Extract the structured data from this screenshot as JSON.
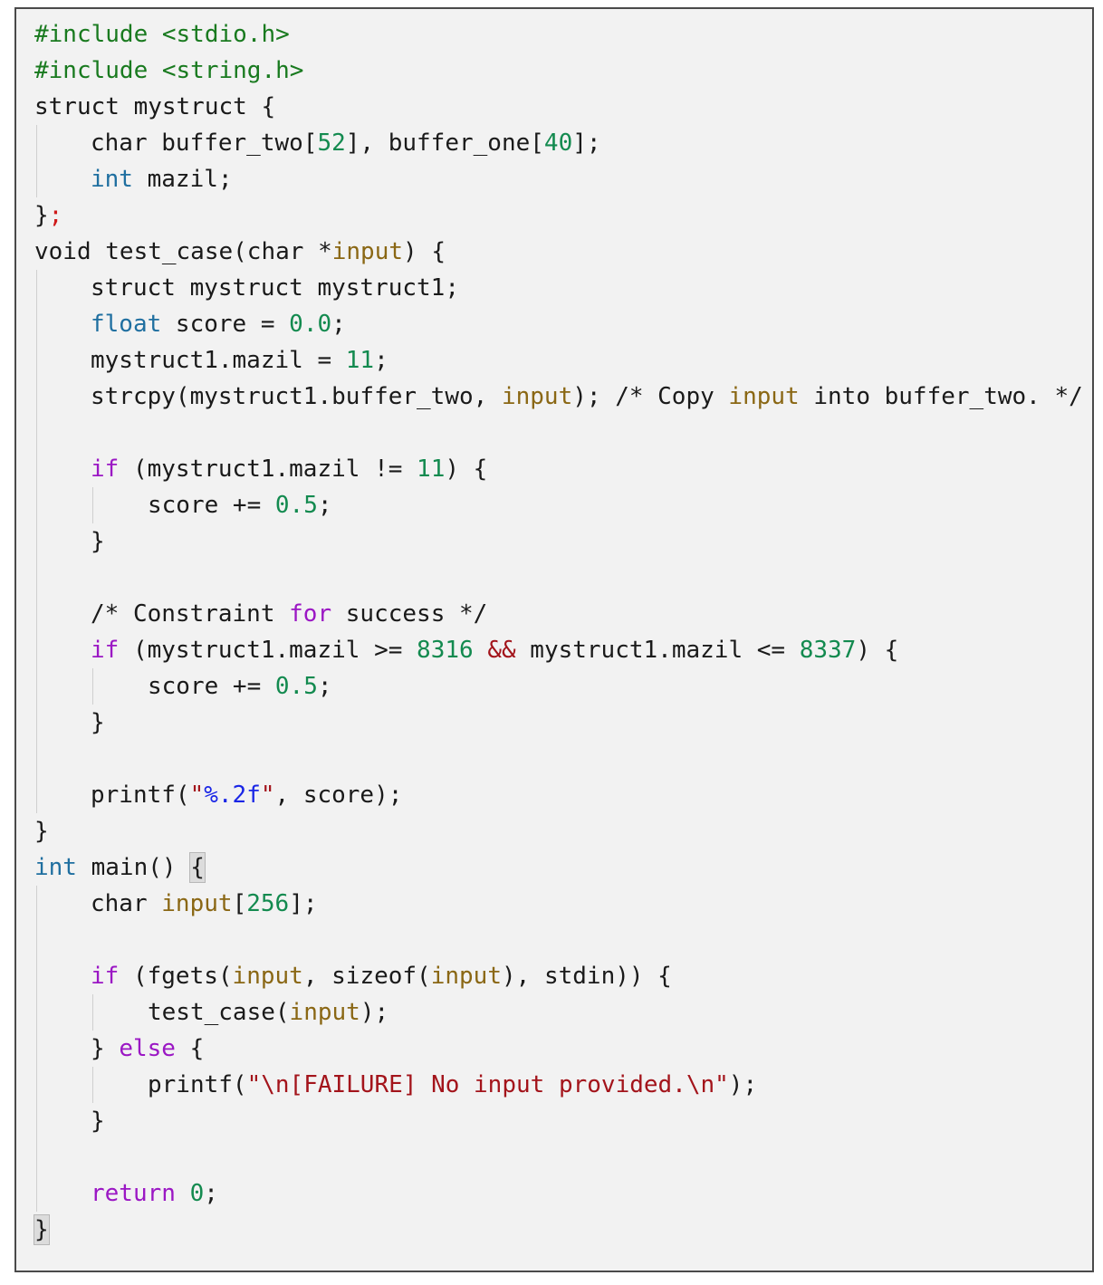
{
  "colors": {
    "default": "#1a1a1a",
    "preprocessor": "#197a1f",
    "type_keyword": "#1f6fa0",
    "control_keyword": "#9b17c4",
    "number": "#138a4f",
    "identifier_param": "#8a6714",
    "string": "#a3141b",
    "format_specifier": "#1a26e6",
    "red_semicolon": "#cf1a1a",
    "background": "#f2f2f2"
  },
  "code_lines": [
    {
      "indent": 0,
      "tokens": [
        {
          "t": "#include <stdio.h>",
          "c": "preprocessor"
        }
      ]
    },
    {
      "indent": 0,
      "tokens": [
        {
          "t": "#include <string.h>",
          "c": "preprocessor"
        }
      ]
    },
    {
      "indent": 0,
      "tokens": [
        {
          "t": "struct mystruct {",
          "c": "default"
        }
      ]
    },
    {
      "indent": 1,
      "tokens": [
        {
          "t": "char buffer_two[",
          "c": "default"
        },
        {
          "t": "52",
          "c": "number"
        },
        {
          "t": "], buffer_one[",
          "c": "default"
        },
        {
          "t": "40",
          "c": "number"
        },
        {
          "t": "];",
          "c": "default"
        }
      ]
    },
    {
      "indent": 1,
      "tokens": [
        {
          "t": "int",
          "c": "type_keyword"
        },
        {
          "t": " mazil;",
          "c": "default"
        }
      ]
    },
    {
      "indent": 0,
      "tokens": [
        {
          "t": "}",
          "c": "default"
        },
        {
          "t": ";",
          "c": "red_semicolon"
        }
      ]
    },
    {
      "indent": 0,
      "tokens": [
        {
          "t": "void test_case(char *",
          "c": "default"
        },
        {
          "t": "input",
          "c": "identifier_param"
        },
        {
          "t": ") {",
          "c": "default"
        }
      ]
    },
    {
      "indent": 1,
      "tokens": [
        {
          "t": "struct mystruct mystruct1;",
          "c": "default"
        }
      ]
    },
    {
      "indent": 1,
      "tokens": [
        {
          "t": "float",
          "c": "type_keyword"
        },
        {
          "t": " score = ",
          "c": "default"
        },
        {
          "t": "0.0",
          "c": "number"
        },
        {
          "t": ";",
          "c": "default"
        }
      ]
    },
    {
      "indent": 1,
      "tokens": [
        {
          "t": "mystruct1.mazil = ",
          "c": "default"
        },
        {
          "t": "11",
          "c": "number"
        },
        {
          "t": ";",
          "c": "default"
        }
      ]
    },
    {
      "indent": 1,
      "tokens": [
        {
          "t": "strcpy(mystruct1.buffer_two, ",
          "c": "default"
        },
        {
          "t": "input",
          "c": "identifier_param"
        },
        {
          "t": "); /* Copy ",
          "c": "default"
        },
        {
          "t": "input",
          "c": "identifier_param"
        },
        {
          "t": " into buffer_two. */",
          "c": "default"
        }
      ]
    },
    {
      "indent": 0,
      "tokens": []
    },
    {
      "indent": 1,
      "tokens": [
        {
          "t": "if",
          "c": "control_keyword"
        },
        {
          "t": " (mystruct1.mazil != ",
          "c": "default"
        },
        {
          "t": "11",
          "c": "number"
        },
        {
          "t": ") {",
          "c": "default"
        }
      ]
    },
    {
      "indent": 2,
      "tokens": [
        {
          "t": "score += ",
          "c": "default"
        },
        {
          "t": "0.5",
          "c": "number"
        },
        {
          "t": ";",
          "c": "default"
        }
      ]
    },
    {
      "indent": 1,
      "tokens": [
        {
          "t": "}",
          "c": "default"
        }
      ]
    },
    {
      "indent": 0,
      "tokens": []
    },
    {
      "indent": 1,
      "tokens": [
        {
          "t": "/* Constraint ",
          "c": "default"
        },
        {
          "t": "for",
          "c": "control_keyword"
        },
        {
          "t": " success */",
          "c": "default"
        }
      ]
    },
    {
      "indent": 1,
      "tokens": [
        {
          "t": "if",
          "c": "control_keyword"
        },
        {
          "t": " (mystruct1.mazil >= ",
          "c": "default"
        },
        {
          "t": "8316",
          "c": "number"
        },
        {
          "t": " ",
          "c": "default"
        },
        {
          "t": "&&",
          "c": "string"
        },
        {
          "t": " mystruct1.mazil <= ",
          "c": "default"
        },
        {
          "t": "8337",
          "c": "number"
        },
        {
          "t": ") {",
          "c": "default"
        }
      ]
    },
    {
      "indent": 2,
      "tokens": [
        {
          "t": "score += ",
          "c": "default"
        },
        {
          "t": "0.5",
          "c": "number"
        },
        {
          "t": ";",
          "c": "default"
        }
      ]
    },
    {
      "indent": 1,
      "tokens": [
        {
          "t": "}",
          "c": "default"
        }
      ]
    },
    {
      "indent": 0,
      "tokens": []
    },
    {
      "indent": 1,
      "tokens": [
        {
          "t": "printf(",
          "c": "default"
        },
        {
          "t": "\"",
          "c": "string"
        },
        {
          "t": "%.2f",
          "c": "format_specifier"
        },
        {
          "t": "\"",
          "c": "string"
        },
        {
          "t": ", score);",
          "c": "default"
        }
      ]
    },
    {
      "indent": 0,
      "tokens": [
        {
          "t": "}",
          "c": "default"
        }
      ]
    },
    {
      "indent": 0,
      "tokens": [
        {
          "t": "int",
          "c": "type_keyword"
        },
        {
          "t": " main() ",
          "c": "default"
        },
        {
          "t": "{",
          "c": "default",
          "hl": true
        }
      ]
    },
    {
      "indent": 1,
      "tokens": [
        {
          "t": "char ",
          "c": "default"
        },
        {
          "t": "input",
          "c": "identifier_param"
        },
        {
          "t": "[",
          "c": "default"
        },
        {
          "t": "256",
          "c": "number"
        },
        {
          "t": "];",
          "c": "default"
        }
      ]
    },
    {
      "indent": 0,
      "tokens": []
    },
    {
      "indent": 1,
      "tokens": [
        {
          "t": "if",
          "c": "control_keyword"
        },
        {
          "t": " (fgets(",
          "c": "default"
        },
        {
          "t": "input",
          "c": "identifier_param"
        },
        {
          "t": ", sizeof(",
          "c": "default"
        },
        {
          "t": "input",
          "c": "identifier_param"
        },
        {
          "t": "), stdin)) {",
          "c": "default"
        }
      ]
    },
    {
      "indent": 2,
      "tokens": [
        {
          "t": "test_case(",
          "c": "default"
        },
        {
          "t": "input",
          "c": "identifier_param"
        },
        {
          "t": ");",
          "c": "default"
        }
      ]
    },
    {
      "indent": 1,
      "tokens": [
        {
          "t": "} ",
          "c": "default"
        },
        {
          "t": "else",
          "c": "control_keyword"
        },
        {
          "t": " {",
          "c": "default"
        }
      ]
    },
    {
      "indent": 2,
      "tokens": [
        {
          "t": "printf(",
          "c": "default"
        },
        {
          "t": "\"\\n[FAILURE] No input provided.\\n\"",
          "c": "string"
        },
        {
          "t": ");",
          "c": "default"
        }
      ]
    },
    {
      "indent": 1,
      "tokens": [
        {
          "t": "}",
          "c": "default"
        }
      ]
    },
    {
      "indent": 0,
      "tokens": []
    },
    {
      "indent": 1,
      "tokens": [
        {
          "t": "return",
          "c": "control_keyword"
        },
        {
          "t": " ",
          "c": "default"
        },
        {
          "t": "0",
          "c": "number"
        },
        {
          "t": ";",
          "c": "default"
        }
      ]
    },
    {
      "indent": 0,
      "tokens": [
        {
          "t": "}",
          "c": "default",
          "hl": true
        }
      ]
    }
  ]
}
